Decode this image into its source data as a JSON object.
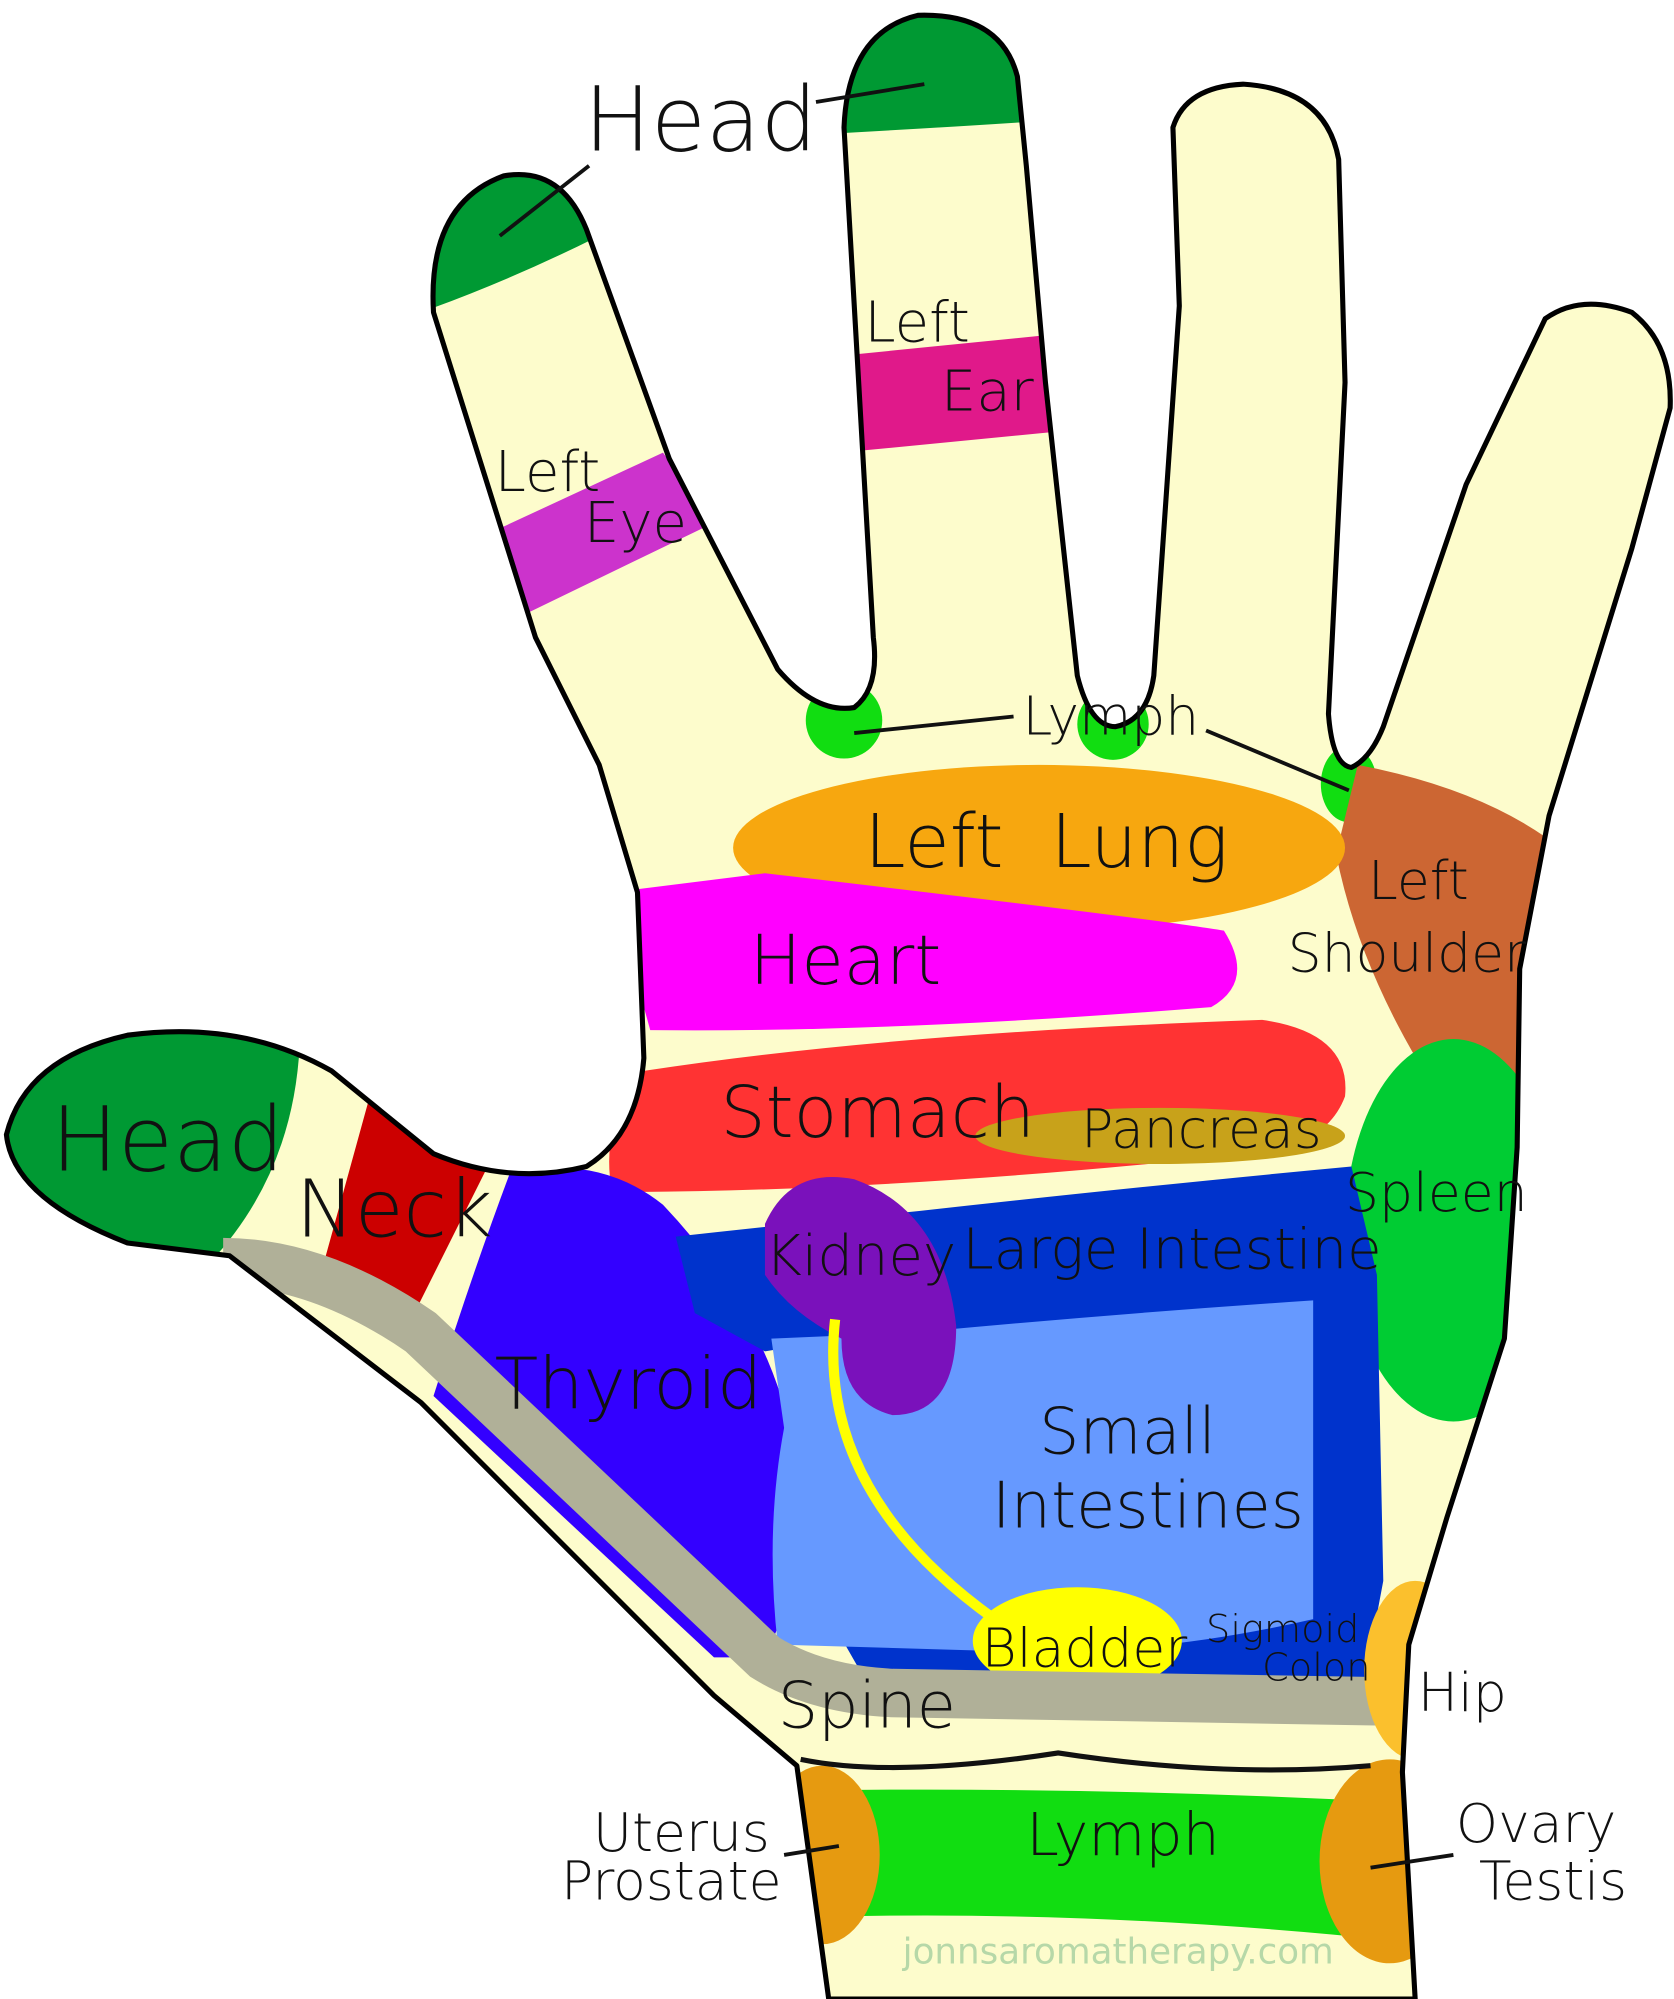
{
  "labels": {
    "head_index": "Head",
    "head_thumb": "Head",
    "left_eye_1": "Left",
    "left_eye_2": "Eye",
    "left_ear_1": "Left",
    "left_ear_2": "Ear",
    "lymph_fingers": "Lymph",
    "left_lung": "Left  Lung",
    "heart": "Heart",
    "left_shoulder_1": "Left",
    "left_shoulder_2": "Shoulder",
    "stomach": "Stomach",
    "pancreas": "Pancreas",
    "neck": "Neck",
    "spleen": "Spleen",
    "kidney": "Kidney",
    "large_intestine": "Large Intestine",
    "thyroid": "Thyroid",
    "small_intestines_1": "Small",
    "small_intestines_2": "Intestines",
    "bladder": "Bladder",
    "sigmoid_colon_1": "Sigmoid",
    "sigmoid_colon_2": "Colon",
    "hip": "Hip",
    "spine": "Spine",
    "uterus_prostate_1": "Uterus",
    "uterus_prostate_2": "Prostate",
    "lymph_wrist": "Lymph",
    "ovary_testis_1": "Ovary",
    "ovary_testis_2": "Testis"
  },
  "watermark": "jonnsaromatherapy.com",
  "colors": {
    "skin": "#fdfccc",
    "head": "#009933",
    "eye": "#cc33cc",
    "ear": "#e0198a",
    "lymph": "#11dd11",
    "lung": "#f7a70f",
    "heart": "#ff00ff",
    "stomach": "#ff3333",
    "pancreas": "#c8a21a",
    "shoulder": "#cc6633",
    "spleen": "#00cc33",
    "thyroid": "#3300ff",
    "large_intestine": "#0033cc",
    "small_intestines": "#6699ff",
    "kidney": "#7a11bb",
    "bladder": "#ffff00",
    "spine": "#b0b098",
    "hip": "#fbc02d",
    "reproductive": "#e69a10",
    "neck": "#cc0000"
  }
}
